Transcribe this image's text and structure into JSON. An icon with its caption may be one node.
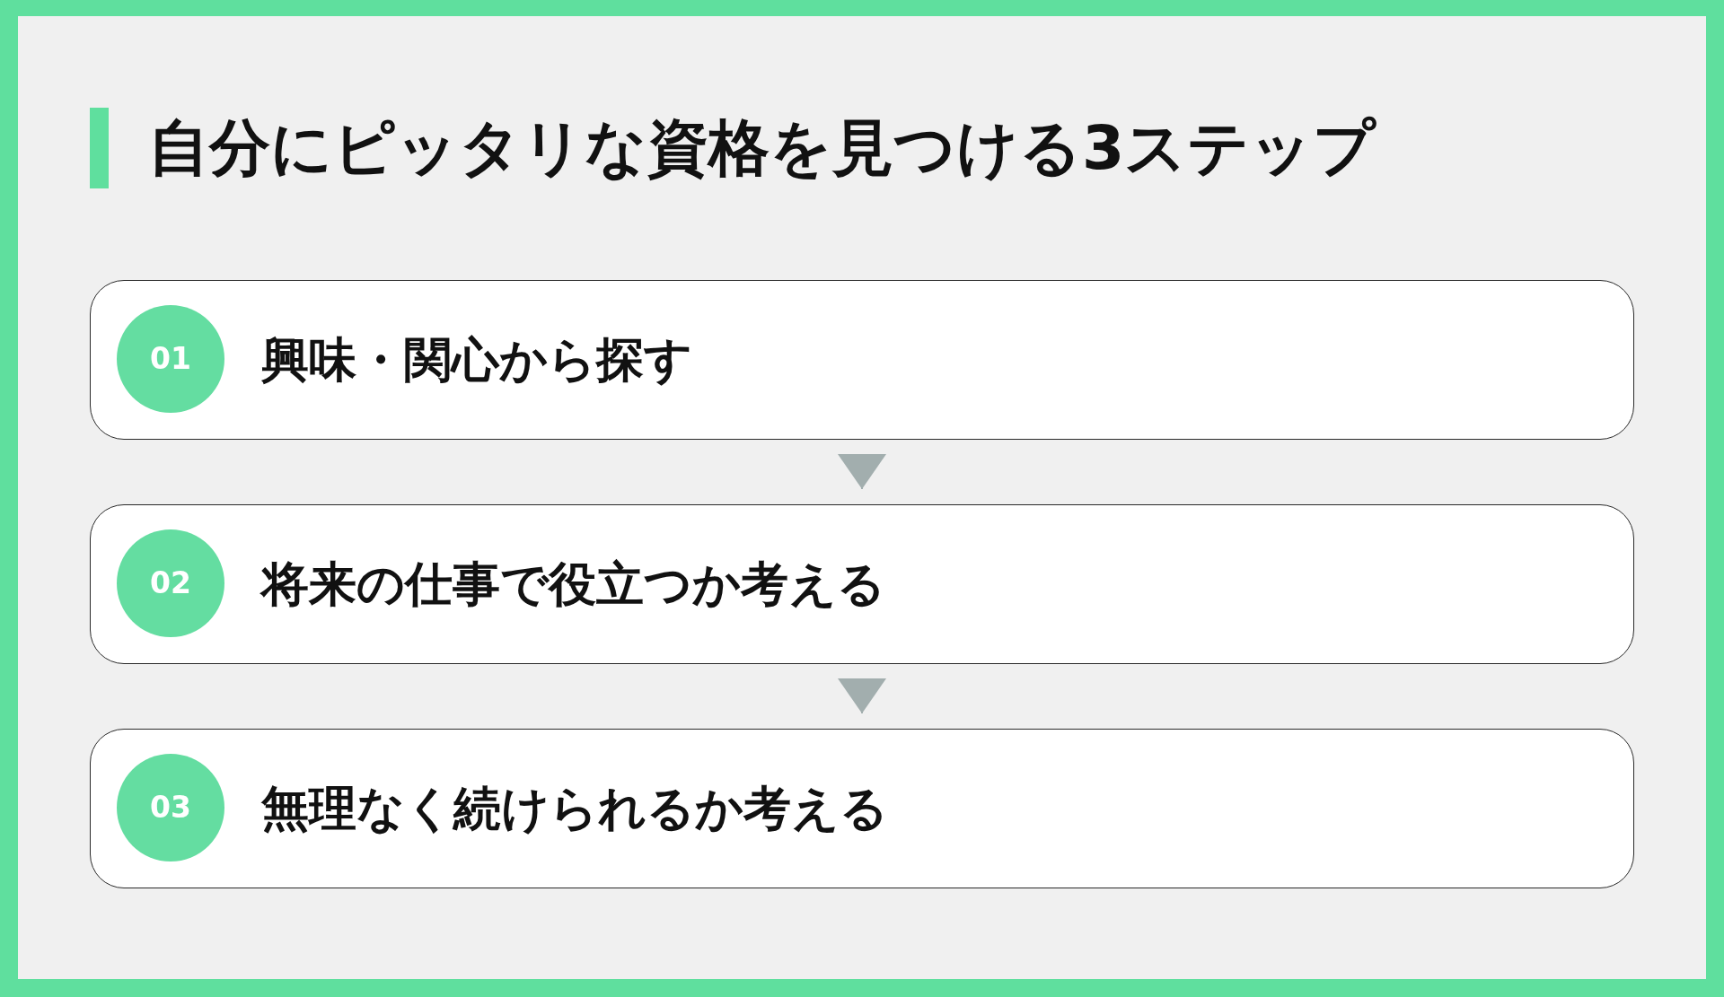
{
  "diagram": {
    "title": "自分にピッタリな資格を見つける3ステップ",
    "nodes": [
      {
        "text": [
          "興味・関心から探す"
        ]
      },
      {
        "text": [
          "01"
        ],
        "in": 0
      },
      {
        "text": [
          "将来の仕事で役立つか考える"
        ]
      },
      {
        "text": [
          "02"
        ],
        "in": 2
      },
      {
        "text": [
          "無理なく続けられるか考える"
        ]
      },
      {
        "text": [
          "03"
        ],
        "in": 4
      }
    ],
    "edges": [
      {
        "from": 0,
        "to": 2,
        "arrow": "to"
      },
      {
        "from": 2,
        "to": 4,
        "arrow": "to"
      }
    ]
  }
}
